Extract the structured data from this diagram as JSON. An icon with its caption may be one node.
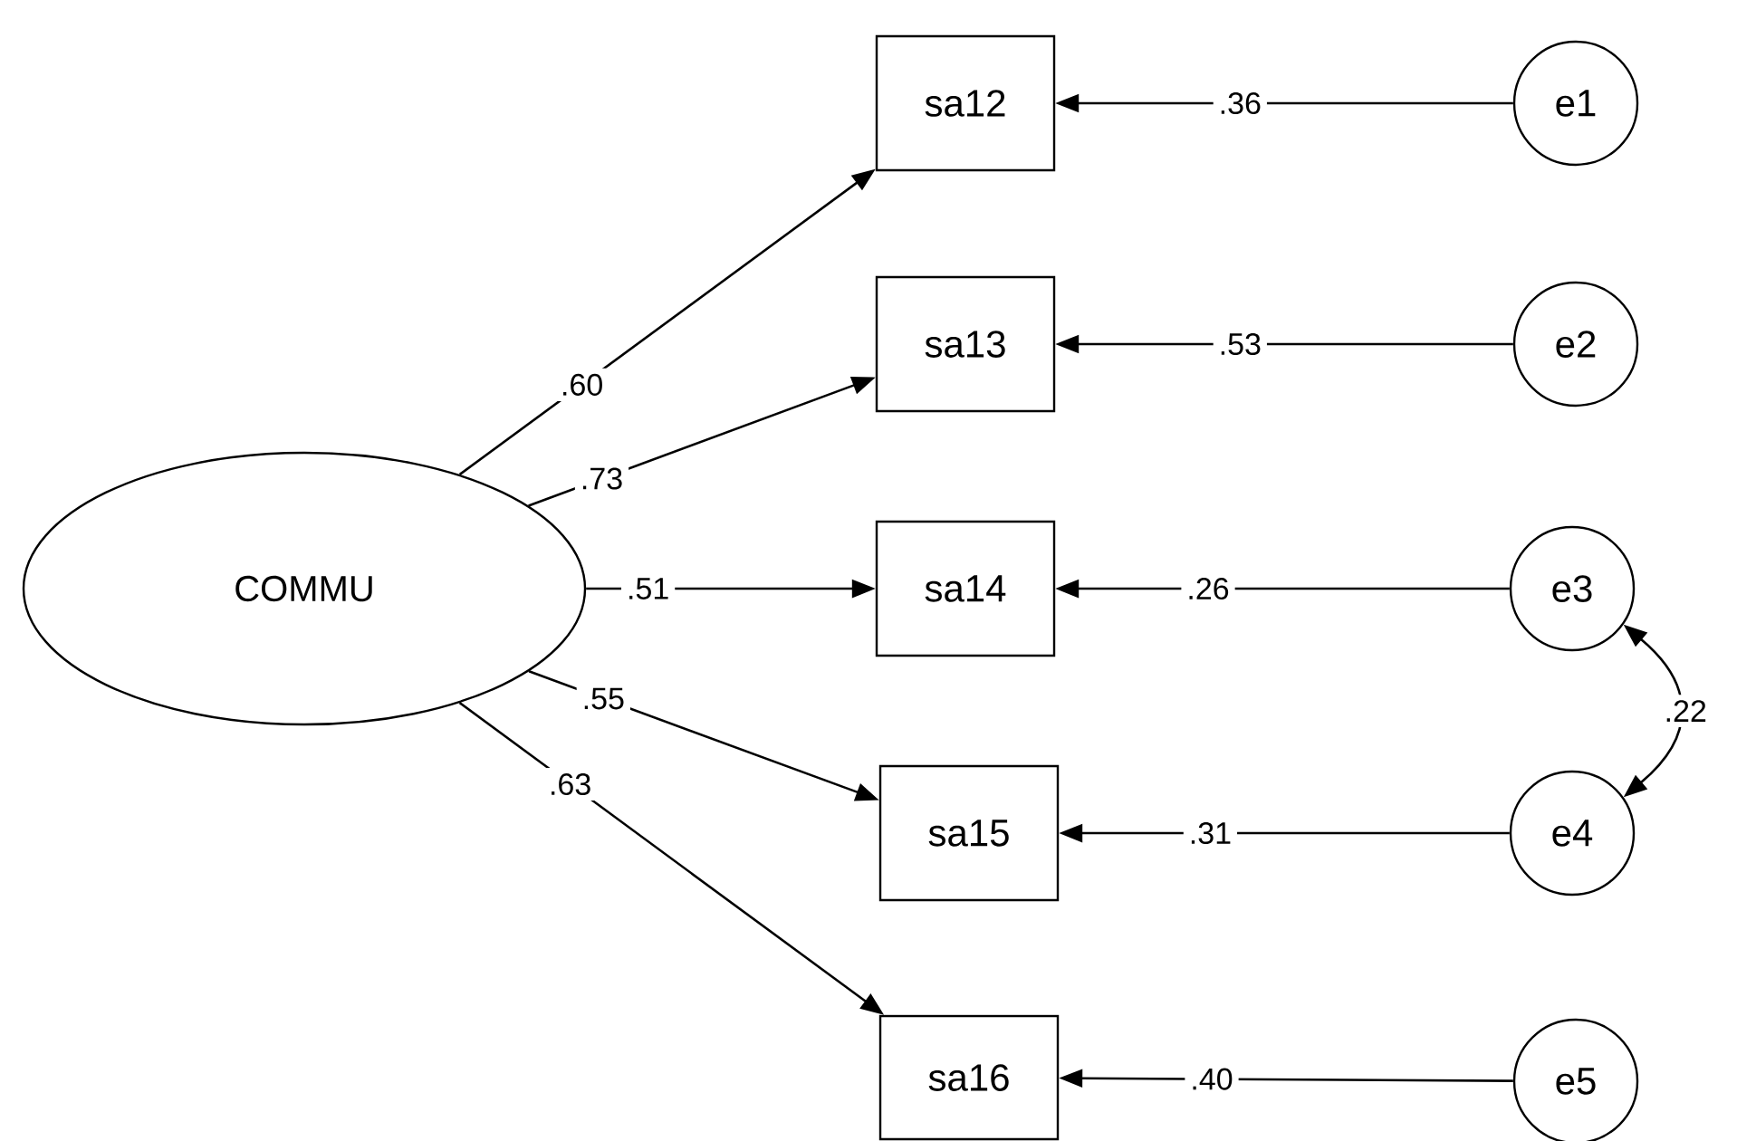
{
  "diagram": {
    "nodes": [
      {
        "text": [
          "COMMU"
        ]
      },
      {
        "text": [
          "sa12"
        ]
      },
      {
        "text": [
          "sa13"
        ]
      },
      {
        "text": [
          "sa14"
        ]
      },
      {
        "text": [
          "sa15"
        ]
      },
      {
        "text": [
          "sa16"
        ]
      },
      {
        "text": [
          "e1"
        ]
      },
      {
        "text": [
          "e2"
        ]
      },
      {
        "text": [
          "e3"
        ]
      },
      {
        "text": [
          "e4"
        ]
      },
      {
        "text": [
          "e5"
        ]
      }
    ],
    "edges": [
      {
        "from": 0,
        "to": 1,
        "arrow": "to",
        "label": ".60"
      },
      {
        "from": 0,
        "to": 2,
        "arrow": "to",
        "label": ".73"
      },
      {
        "from": 0,
        "to": 3,
        "arrow": "to",
        "label": ".51"
      },
      {
        "from": 0,
        "to": 4,
        "arrow": "to",
        "label": ".55"
      },
      {
        "from": 0,
        "to": 5,
        "arrow": "to",
        "label": ".63"
      },
      {
        "from": 6,
        "to": 1,
        "arrow": "to",
        "label": ".36"
      },
      {
        "from": 7,
        "to": 2,
        "arrow": "to",
        "label": ".53"
      },
      {
        "from": 8,
        "to": 3,
        "arrow": "to",
        "label": ".26"
      },
      {
        "from": 9,
        "to": 4,
        "arrow": "to",
        "label": ".31"
      },
      {
        "from": 10,
        "to": 5,
        "arrow": "to",
        "label": ".40"
      },
      {
        "from": 8,
        "to": 9,
        "arrow": "both",
        "label": ".22"
      }
    ]
  }
}
